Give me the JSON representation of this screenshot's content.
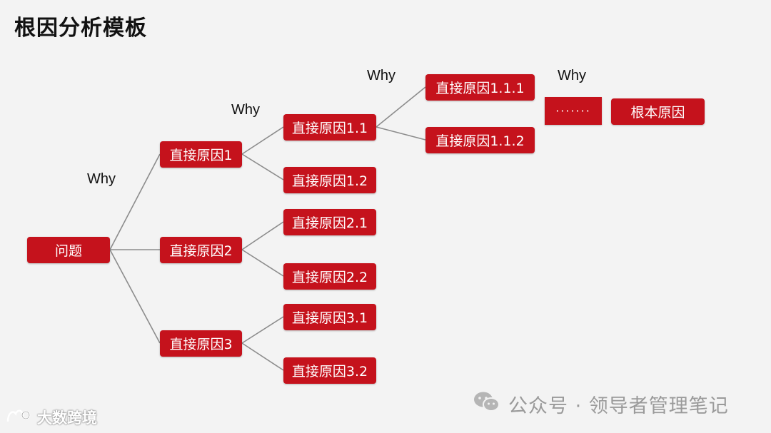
{
  "title": "根因分析模板",
  "labels": {
    "why1": "Why",
    "why2": "Why",
    "why3": "Why",
    "why4": "Why"
  },
  "nodes": {
    "problem": "问题",
    "cause1": "直接原因1",
    "cause2": "直接原因2",
    "cause3": "直接原因3",
    "cause1_1": "直接原因1.1",
    "cause1_2": "直接原因1.2",
    "cause2_1": "直接原因2.1",
    "cause2_2": "直接原因2.2",
    "cause3_1": "直接原因3.1",
    "cause3_2": "直接原因3.2",
    "cause1_1_1": "直接原因1.1.1",
    "cause1_1_2": "直接原因1.1.2",
    "ellipsis": "·······",
    "root": "根本原因"
  },
  "footer": {
    "text": "公众号 · 领导者管理笔记"
  },
  "watermark": {
    "text": "大数跨境"
  },
  "colors": {
    "node": "#c5121c",
    "line": "#8c8c8c",
    "background": "#f3f3f3"
  }
}
